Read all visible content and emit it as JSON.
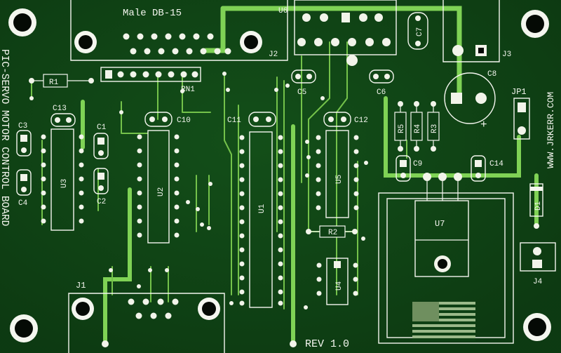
{
  "board": {
    "vertical_title": "PIC-SERVO MOTOR CONTROL BOARD",
    "website": "WWW.JRKERR.COM",
    "revision": "REV 1.0",
    "connector_title": "Male DB-15"
  },
  "labels": {
    "u6": "U6",
    "j2": "J2",
    "j3": "J3",
    "c7": "C7",
    "c8": "C8",
    "r1": "R1",
    "rn1": "RN1",
    "c5": "C5",
    "c6": "C6",
    "c13": "C13",
    "c3": "C3",
    "c1": "C1",
    "c10": "C10",
    "c11": "C11",
    "c12": "C12",
    "jp1": "JP1",
    "r5": "R5",
    "r4": "R4",
    "r3": "R3",
    "c9": "C9",
    "c14": "C14",
    "u3": "U3",
    "u2": "U2",
    "u1": "U1",
    "u5": "U5",
    "u4": "U4",
    "u7": "U7",
    "c4": "C4",
    "c2": "C2",
    "r2": "R2",
    "d1": "D1",
    "j4": "J4",
    "j1": "J1",
    "plus": "+"
  },
  "colors": {
    "board": "#0d3d12",
    "trace": "#74c24a",
    "silkscreen": "#f4f6ef",
    "pad": "#f2f4ea"
  }
}
